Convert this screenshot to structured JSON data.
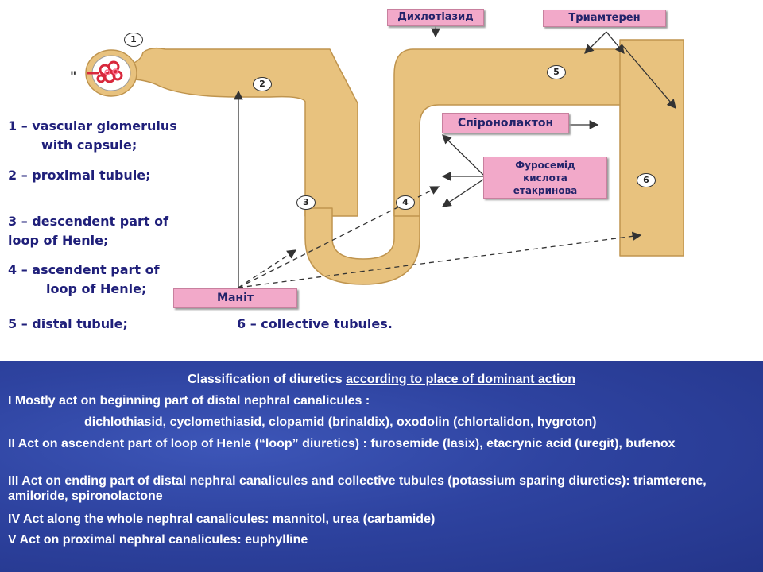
{
  "diagram": {
    "numbers": [
      "1",
      "2",
      "3",
      "4",
      "5",
      "6"
    ],
    "mark_label": "\"",
    "drugs": {
      "dichlothiazid": "Дихлотіазид",
      "triamteren": "Триамтерен",
      "spironolacton": "Спіронолактон",
      "furosemid_1": "Фуросемід",
      "furosemid_2": "кислота",
      "furosemid_3": "етакринова",
      "manit": "Маніт"
    },
    "legend": {
      "l1a": "1 – vascular glomerulus",
      "l1b": "with capsule;",
      "l2": "2 – proximal tubule;",
      "l3a": "3 – descendent part of",
      "l3b": "loop of Henle;",
      "l4a": "4 – ascendent part of",
      "l4b": "loop of Henle;",
      "l5": "5 – distal tubule;",
      "l6": "6 – collective tubules."
    },
    "colors": {
      "tubule": "#e8c27e",
      "tubule_edge": "#bf944e",
      "box": "#f2a9c9",
      "legend_text": "#1f1f7a",
      "glomerulus": "#d8283c"
    }
  },
  "classification": {
    "title_prefix": "Classification of diuretics ",
    "title_underlined": "according to place of dominant action",
    "group1": "I Mostly act on beginning part of distal nephral canalicules :",
    "group1_drugs": "dichlothiasid, cyclomethiasid, clopamid (brinaldix), oxodolin (chlortalidon,   hygroton)",
    "group2": " II Act on ascendent part of loop of Henle (“loop” diuretics) :  furosemide (lasix), etacrynic acid (uregit), bufenox",
    "group3": "III Act on ending part of distal nephral canalicules and collective tubules (potassium sparing diuretics): triamterene, amiloride, spironolactone",
    "group4": "IV Act along the whole nephral canalicules: mannitol, urea (carbamide)",
    "group5": "V  Act on proximal nephral canalicules:  euphylline",
    "panel_color": "#2e43a0"
  }
}
